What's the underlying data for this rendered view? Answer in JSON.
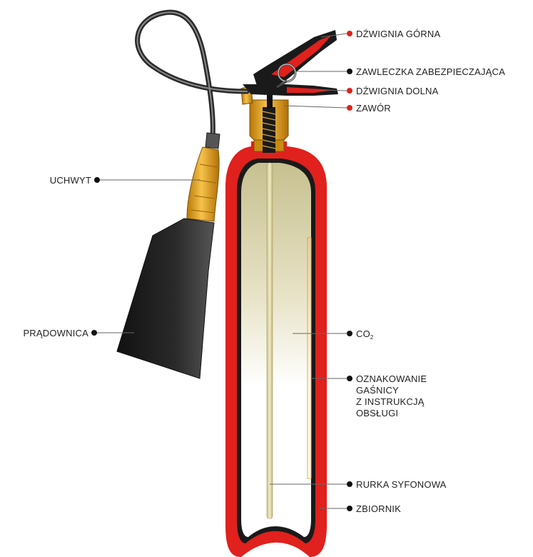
{
  "labels": {
    "dzwignia_gorna": "DŹWIGNIA GÓRNA",
    "zawleczka": "ZAWLECZKA ZABEZPIECZAJĄCA",
    "dzwignia_dolna": "DŹWIGNIA DOLNA",
    "zawor": "ZAWÓR",
    "uchwyt": "UCHWYT",
    "pradownica": "PRĄDOWNICA",
    "co2_main": "CO",
    "co2_sub": "2",
    "oznakowanie": [
      "OZNAKOWANIE",
      "GAŚNICY",
      "Z INSTRUKCJĄ",
      "OBSŁUGI"
    ],
    "rurka": "RURKA SYFONOWA",
    "zbiornik": "ZBIORNIK"
  },
  "colors": {
    "tank_red": "#e0211d",
    "dark": "#1a1a1a",
    "gold": "#e8a317",
    "gas_top": "#cfc9a0",
    "gas_bottom": "#ffffff",
    "red_dot": "#e0211d",
    "black_dot": "#111111",
    "leader": "#555555"
  }
}
